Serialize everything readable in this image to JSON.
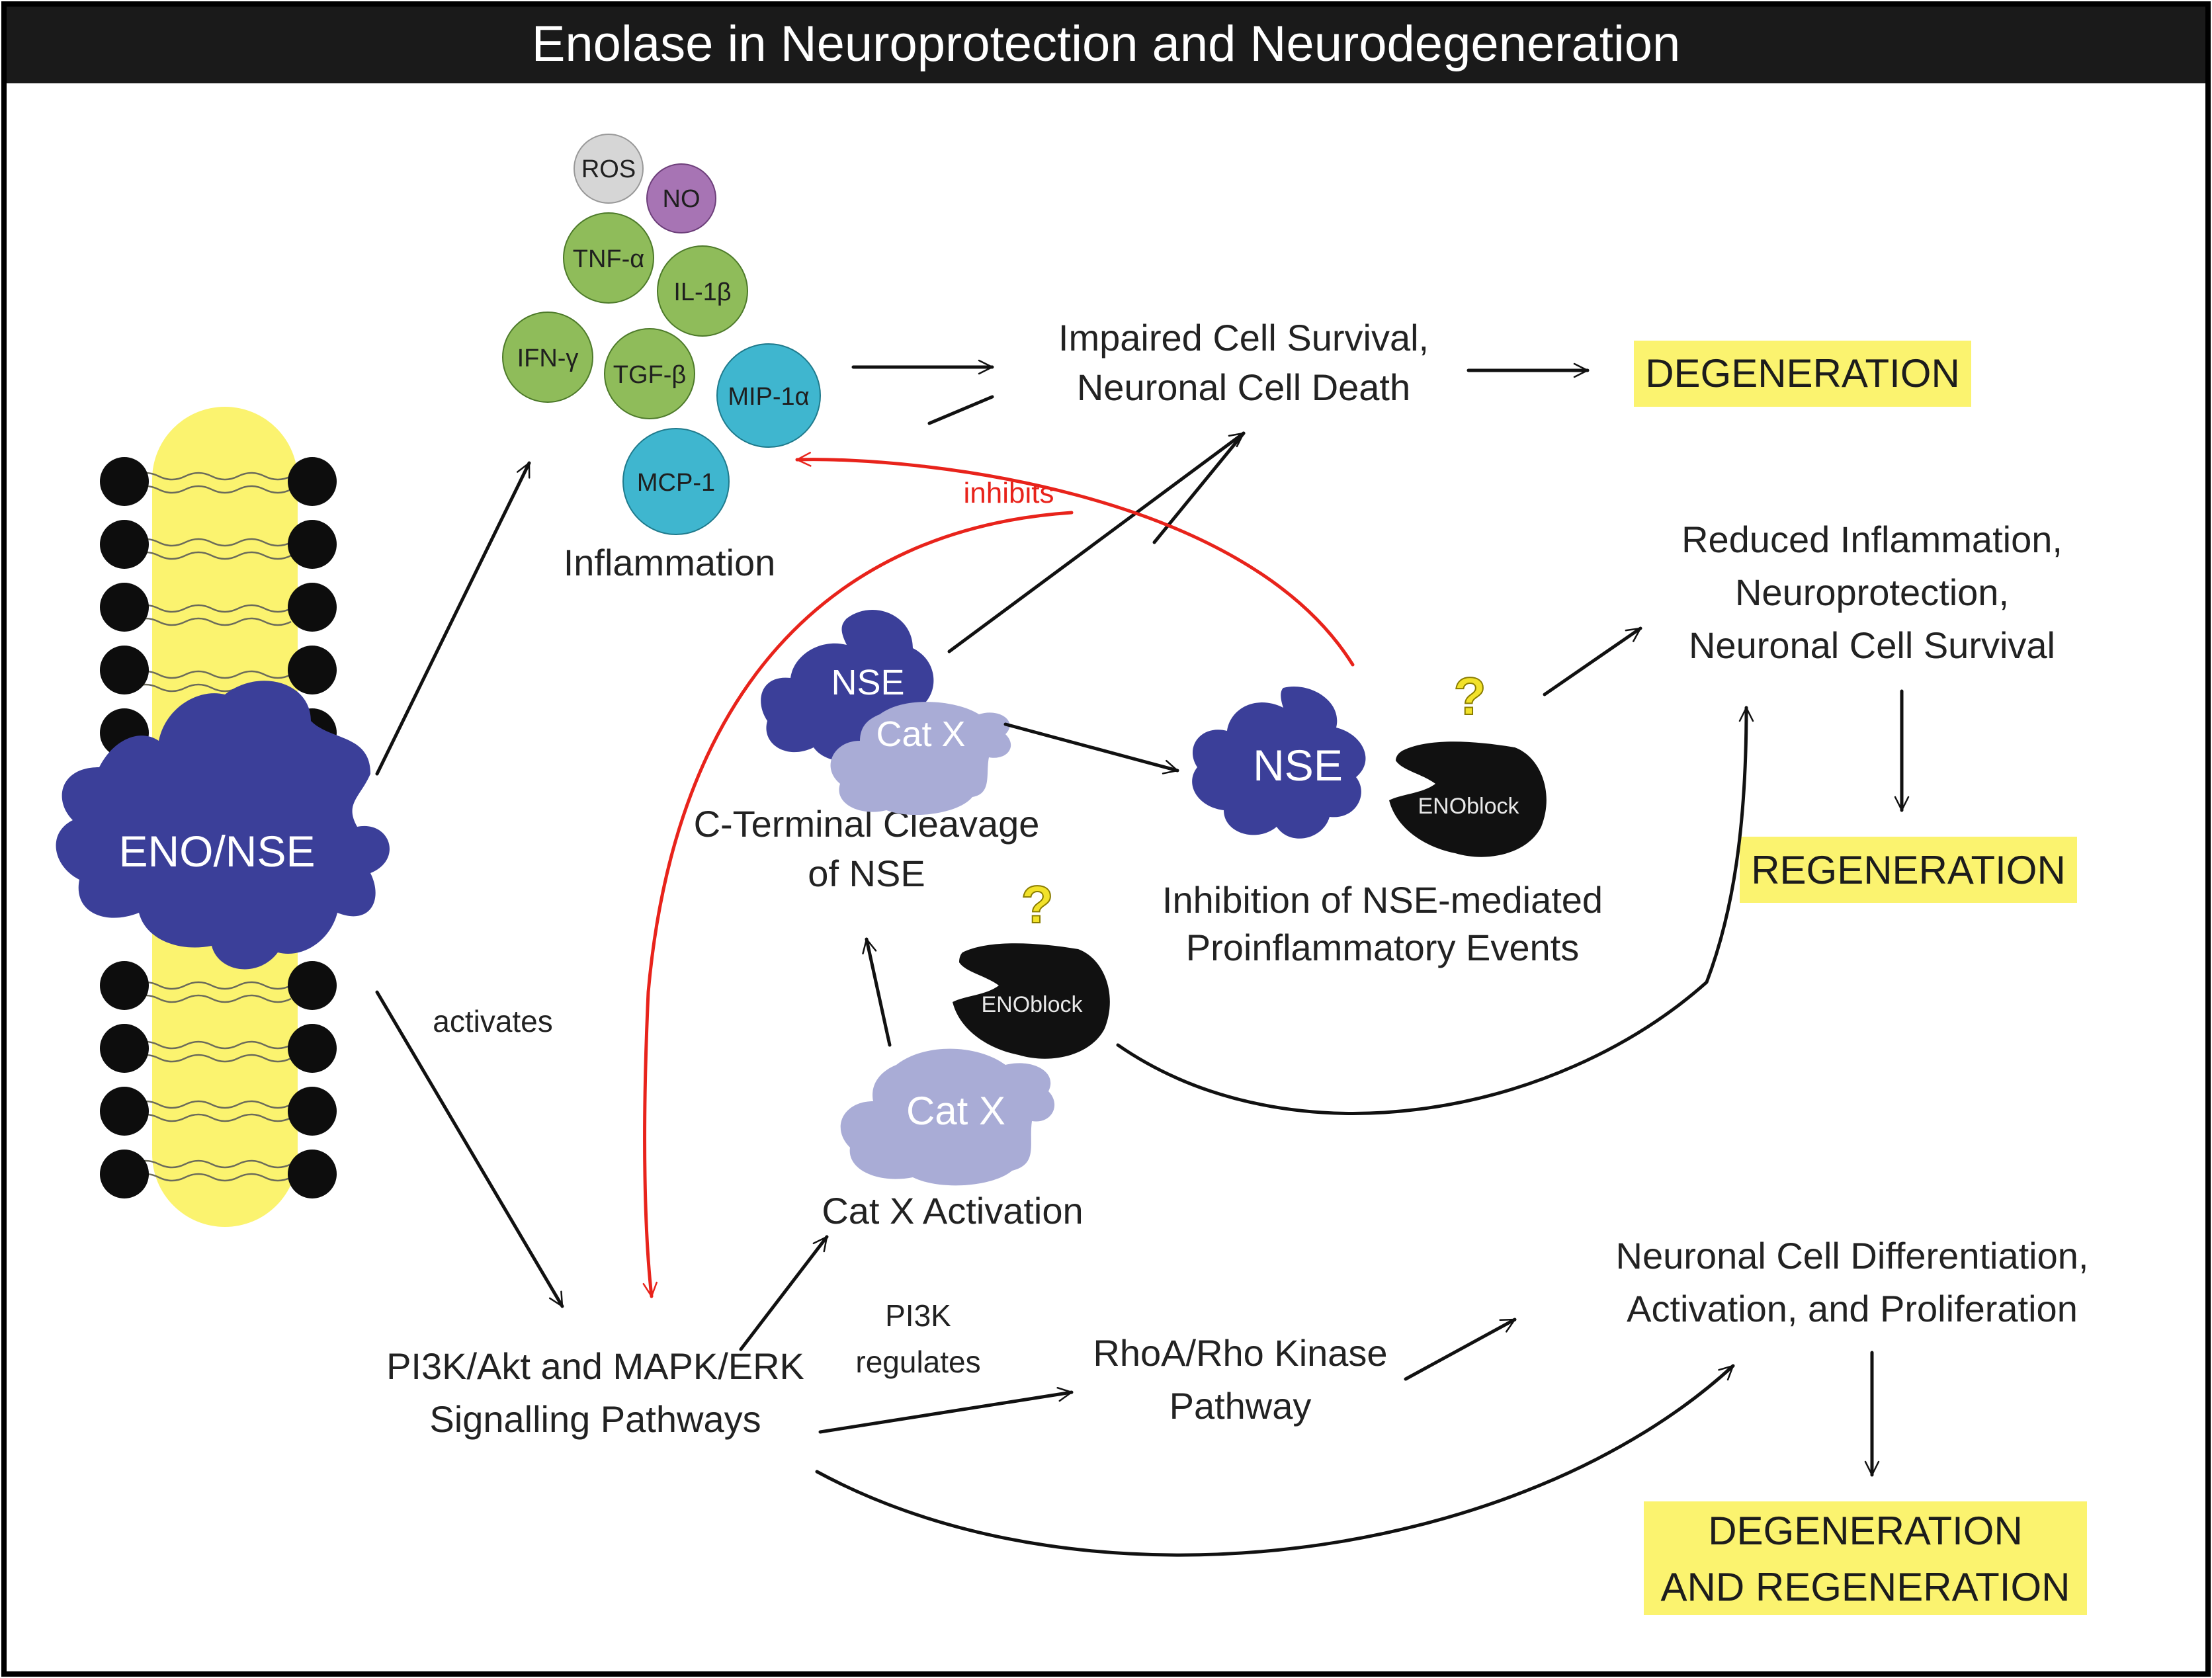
{
  "title": "Enolase in Neuroprotection and Neurodegeneration",
  "colors": {
    "membrane": "#fbf36f",
    "enzyme": "#3b3f99",
    "cat_x": "#a9acd6",
    "enoblock": "#111111",
    "outcome_highlight": "#fbf36f",
    "inhibit_arrow": "#e8231b"
  },
  "membrane": {
    "enzyme_label": "ENO/NSE"
  },
  "cytokines": [
    {
      "label": "ROS",
      "color": "#d6d6d6"
    },
    {
      "label": "NO",
      "color": "#a774b4"
    },
    {
      "label": "TNF-α",
      "color": "#8fbc5a"
    },
    {
      "label": "IL-1β",
      "color": "#8fbc5a"
    },
    {
      "label": "IFN-γ",
      "color": "#8fbc5a"
    },
    {
      "label": "TGF-β",
      "color": "#8fbc5a"
    },
    {
      "label": "MIP-1α",
      "color": "#3fb6cf"
    },
    {
      "label": "MCP-1",
      "color": "#3fb6cf"
    }
  ],
  "nodes": {
    "inflammation": "Inflammation",
    "impaired_line1": "Impaired Cell Survival,",
    "impaired_line2": "Neuronal Cell Death",
    "reduced_line1": "Reduced Inflammation,",
    "reduced_line2": "Neuroprotection,",
    "reduced_line3": "Neuronal Cell Survival",
    "cleavage_line1": "C-Terminal Cleavage",
    "cleavage_line2": "of NSE",
    "inhibition_line1": "Inhibition of NSE-mediated",
    "inhibition_line2": "Proinflammatory Events",
    "catx_activation": "Cat X Activation",
    "pathways_line1": "PI3K/Akt and MAPK/ERK",
    "pathways_line2": "Signalling Pathways",
    "rhoa_line1": "RhoA/Rho Kinase",
    "rhoa_line2": "Pathway",
    "diff_line1": "Neuronal Cell Differentiation,",
    "diff_line2": "Activation, and Proliferation"
  },
  "molecules": {
    "nse": "NSE",
    "cat_x": "Cat X",
    "enoblock": "ENOblock",
    "question": "?"
  },
  "edge_labels": {
    "inhibits": "inhibits",
    "activates": "activates",
    "pi3k_line1": "PI3K",
    "pi3k_line2": "regulates"
  },
  "outcomes": {
    "degeneration": "DEGENERATION",
    "regeneration": "REGENERATION",
    "both_line1": "DEGENERATION",
    "both_line2": "AND REGENERATION"
  }
}
